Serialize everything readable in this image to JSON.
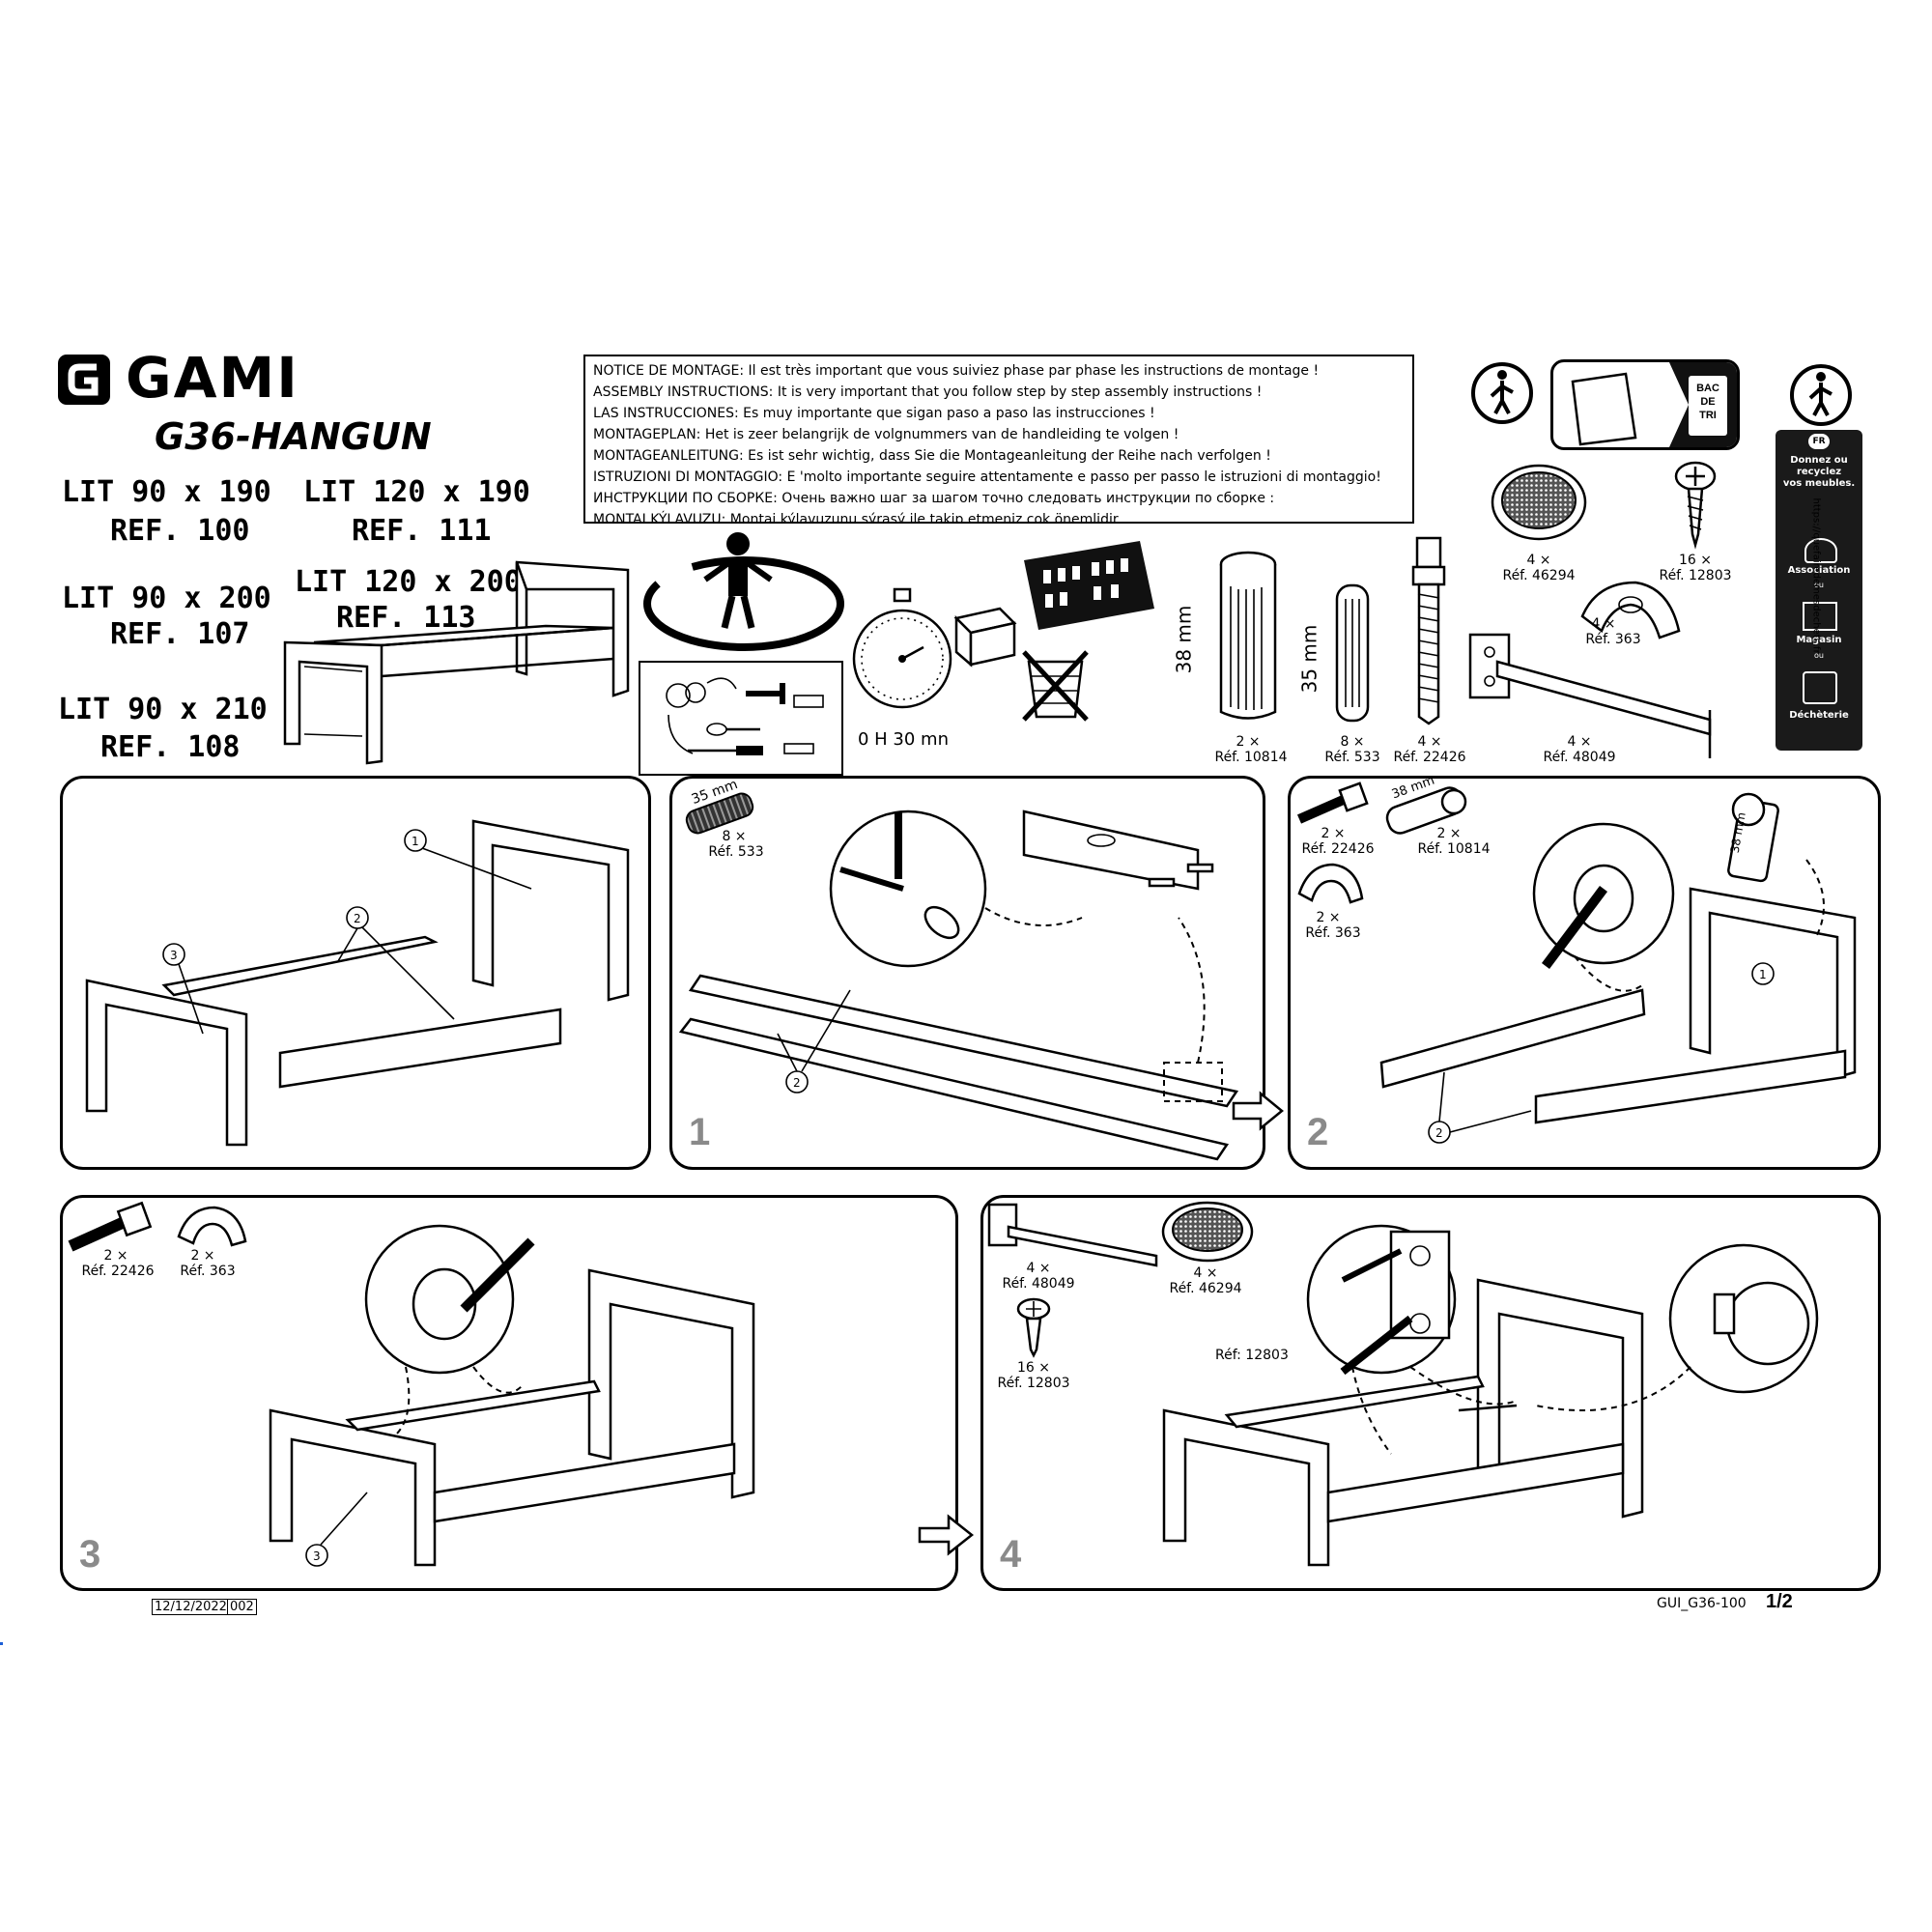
{
  "brand": {
    "name": "GAMI",
    "model": "G36-HANGUN"
  },
  "variants": [
    {
      "size": "LIT 90 x 190",
      "ref": "REF. 100"
    },
    {
      "size": "LIT 120 x 190",
      "ref": "REF. 111"
    },
    {
      "size": "LIT 90 x 200",
      "ref": "REF. 107"
    },
    {
      "size": "LIT 120 x 200",
      "ref": "REF. 113"
    },
    {
      "size": "LIT 90 x 210",
      "ref": "REF. 108"
    }
  ],
  "notice_lines": [
    "NOTICE DE MONTAGE: Il est très important que vous suiviez phase par phase les instructions de montage !",
    "ASSEMBLY INSTRUCTIONS: It is very important that you follow step by step assembly instructions !",
    "LAS INSTRUCCIONES: Es muy importante que sigan paso a paso las instrucciones !",
    "MONTAGEPLAN: Het is zeer belangrijk de volgnummers van de handleiding te volgen !",
    "MONTAGEANLEITUNG: Es ist sehr wichtig, dass Sie die Montageanleitung der Reihe nach verfolgen !",
    "ISTRUZIONI DI MONTAGGIO: E 'molto importante seguire attentamente e passo per passo le istruzioni di montaggio!",
    "ИНСТРУКЦИИ ПО СБОРКЕ: Очень важно шаг за шагом точно следовать инструкции по сборке :",
    "MONTAJ KÝLAVUZU: Montaj kýlavuzunu sýrasý ile takip etmeniz cok önemlidir."
  ],
  "time": "0 H 30 mn",
  "sorting": {
    "bin": [
      "BAC",
      "DE",
      "TRI"
    ]
  },
  "recycle_sidebar": {
    "fr": "FR",
    "headline": [
      "Donnez ou",
      "recyclez",
      "vos meubles."
    ],
    "association": "Association",
    "magasin": "Magasin",
    "decheterie": "Déchèterie",
    "ou": "ou",
    "url": "https://quefairedemesdechets.fr"
  },
  "hardware": [
    {
      "qty": "4 ×",
      "ref": "Réf. 46294"
    },
    {
      "qty": "16 ×",
      "ref": "Réf. 12803"
    },
    {
      "qty": "4 ×",
      "ref": "Réf. 363"
    },
    {
      "qty": "2 ×",
      "ref": "Réf. 10814",
      "dim": "38 mm"
    },
    {
      "qty": "8 ×",
      "ref": "Réf. 533",
      "dim": "35 mm"
    },
    {
      "qty": "4 ×",
      "ref": "Réf. 22426"
    },
    {
      "qty": "4 ×",
      "ref": "Réf. 48049"
    }
  ],
  "steps": {
    "s1": {
      "num": "1",
      "dim": "35 mm",
      "qty": "8 ×",
      "ref": "Réf. 533"
    },
    "s2": {
      "num": "2",
      "a_qty": "2 ×",
      "a_ref": "Réf. 22426",
      "b_qty": "2 ×",
      "b_ref": "Réf. 10814",
      "b_dim": "38 mm",
      "c_qty": "2 ×",
      "c_ref": "Réf. 363",
      "d_dim": "38 mm"
    },
    "s3": {
      "num": "3",
      "a_qty": "2 ×",
      "a_ref": "Réf. 22426",
      "b_qty": "2 ×",
      "b_ref": "Réf. 363"
    },
    "s4": {
      "num": "4",
      "a_qty": "4 ×",
      "a_ref": "Réf. 48049",
      "b_qty": "4 ×",
      "b_ref": "Réf. 46294",
      "c_qty": "16 ×",
      "c_ref": "Réf. 12803",
      "callout": "Réf: 12803"
    }
  },
  "part_labels": [
    "1",
    "2",
    "3"
  ],
  "footer": {
    "date": "12/12/2022",
    "code": "002",
    "doc": "GUI_G36-100",
    "page": "1/2"
  }
}
